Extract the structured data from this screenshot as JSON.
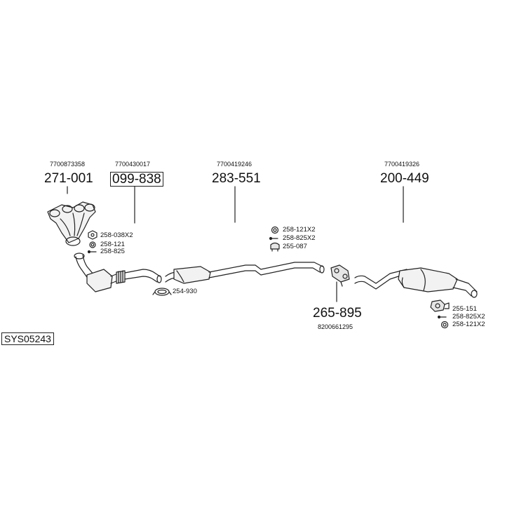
{
  "system_code": "SYS05243",
  "parts": [
    {
      "part_number": "271-001",
      "oe_number": "7700873358",
      "name": "manifold"
    },
    {
      "part_number": "099-838",
      "oe_number": "7700430017",
      "name": "catalytic-converter"
    },
    {
      "part_number": "283-551",
      "oe_number": "7700419246",
      "name": "middle-silencer"
    },
    {
      "part_number": "200-449",
      "oe_number": "7700419326",
      "name": "rear-silencer"
    },
    {
      "part_number": "265-895",
      "oe_number": "8200661295",
      "name": "connecting-pipe"
    }
  ],
  "accessories": {
    "manifold_group": [
      "258-038X2",
      "258-121",
      "258-825"
    ],
    "cat_clamp": [
      "254-930"
    ],
    "middle_group": [
      "258-121X2",
      "258-825X2",
      "255-087"
    ],
    "rear_group": [
      "255-151",
      "258-825X2",
      "258-121X2"
    ]
  }
}
